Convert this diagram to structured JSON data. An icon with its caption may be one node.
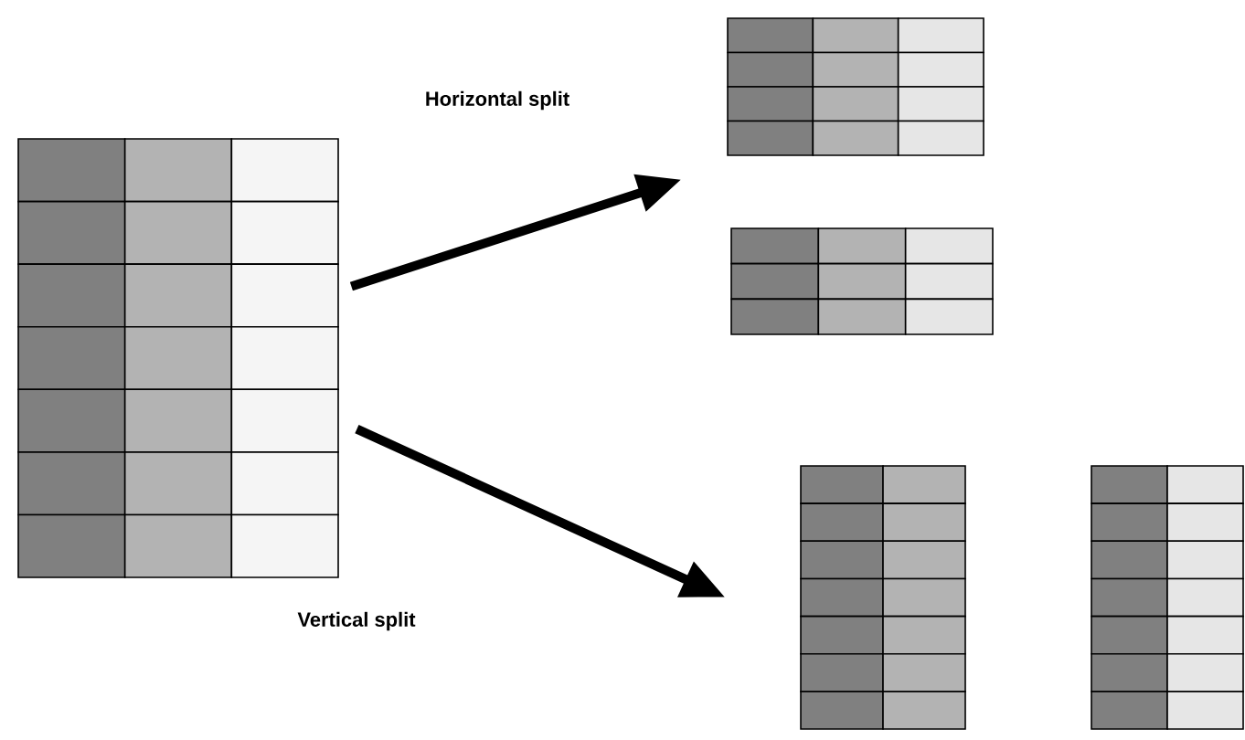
{
  "diagram": {
    "nodes": [
      {
        "text": [],
        "shape": "table"
      },
      {
        "text": [],
        "shape": "table"
      },
      {
        "text": [],
        "shape": "table"
      },
      {
        "text": [],
        "shape": "table"
      },
      {
        "text": [],
        "shape": "table"
      }
    ],
    "edges": [
      {
        "from": 0,
        "to": 1,
        "arrow": "to",
        "label": "Horizontal split"
      },
      {
        "from": 0,
        "to": 3,
        "arrow": "to"
      }
    ],
    "labels": [
      "Vertical split"
    ]
  }
}
